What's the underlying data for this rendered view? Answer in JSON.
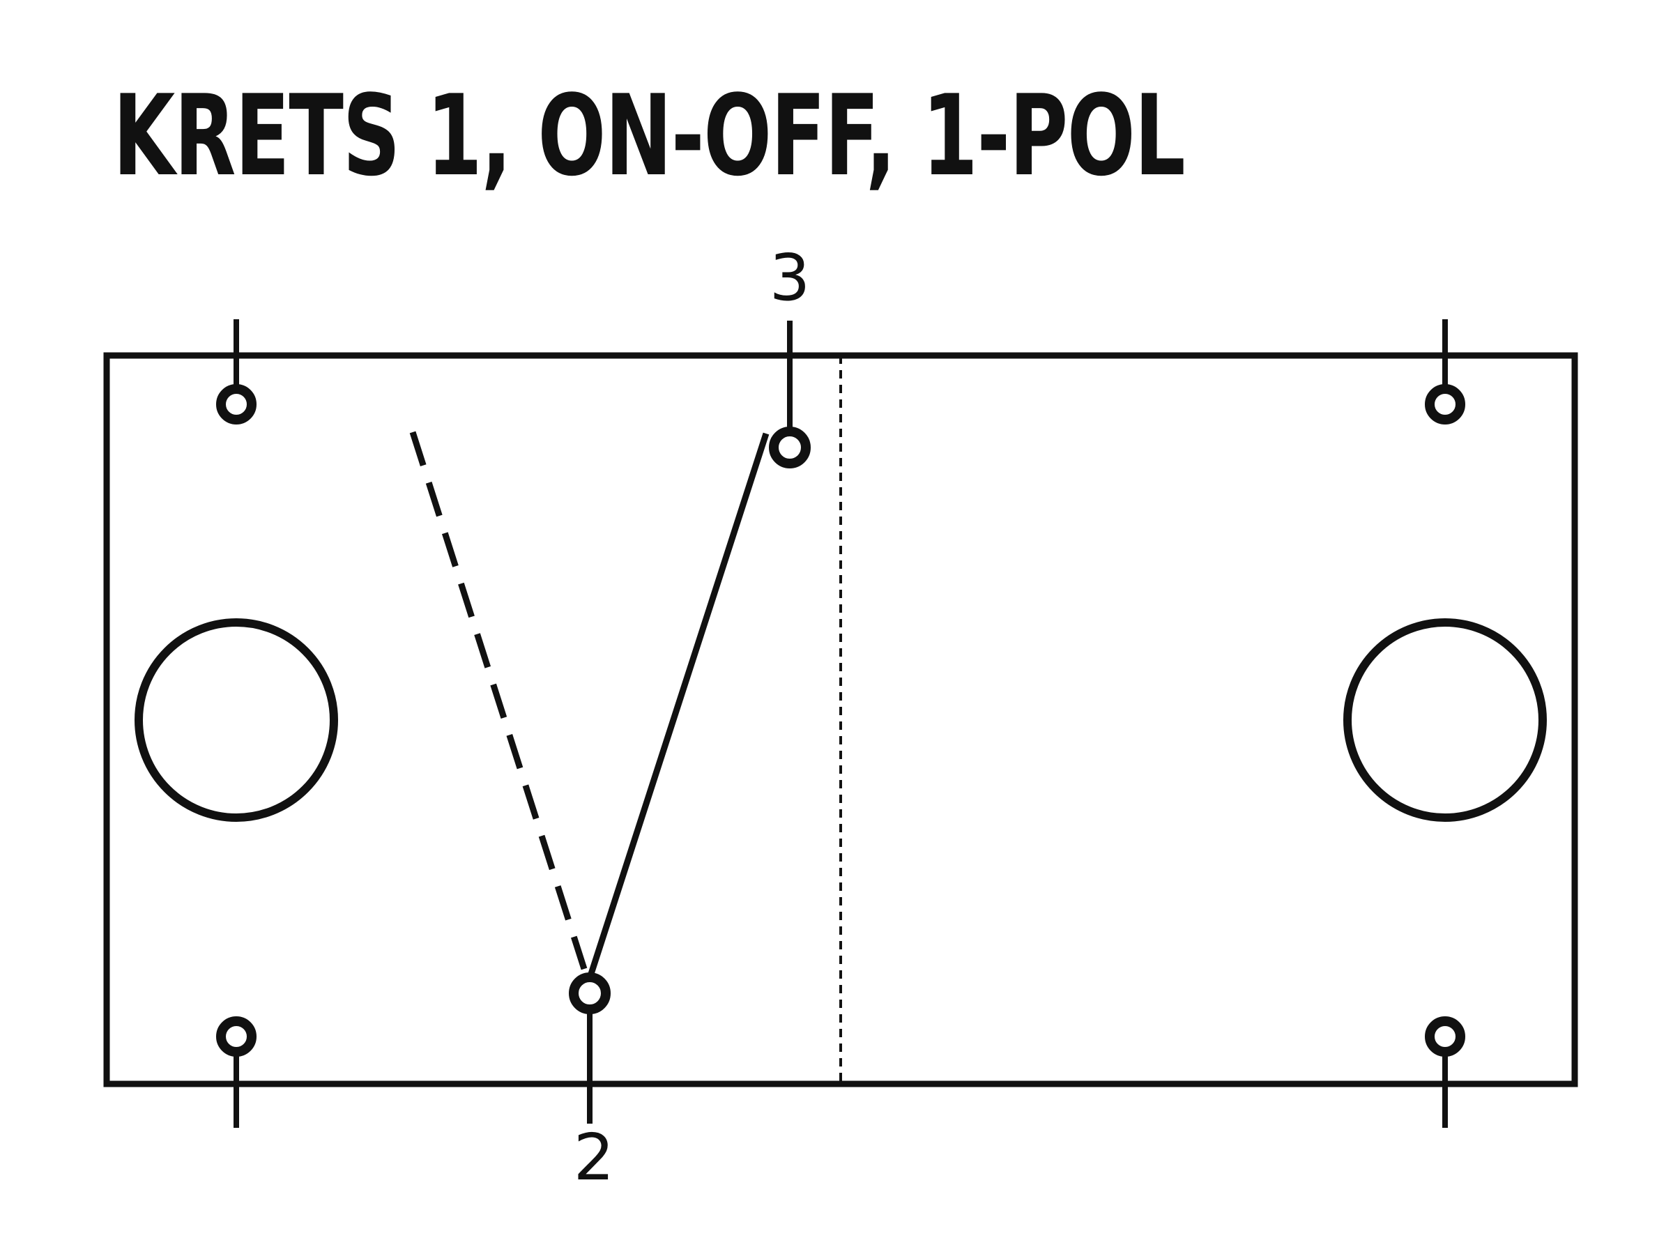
{
  "title": "KRETS 1, ON-OFF, 1-POL",
  "terminals": {
    "top_label": "3",
    "bottom_label": "2"
  },
  "colors": {
    "line": "#111111",
    "background": "#ffffff"
  }
}
